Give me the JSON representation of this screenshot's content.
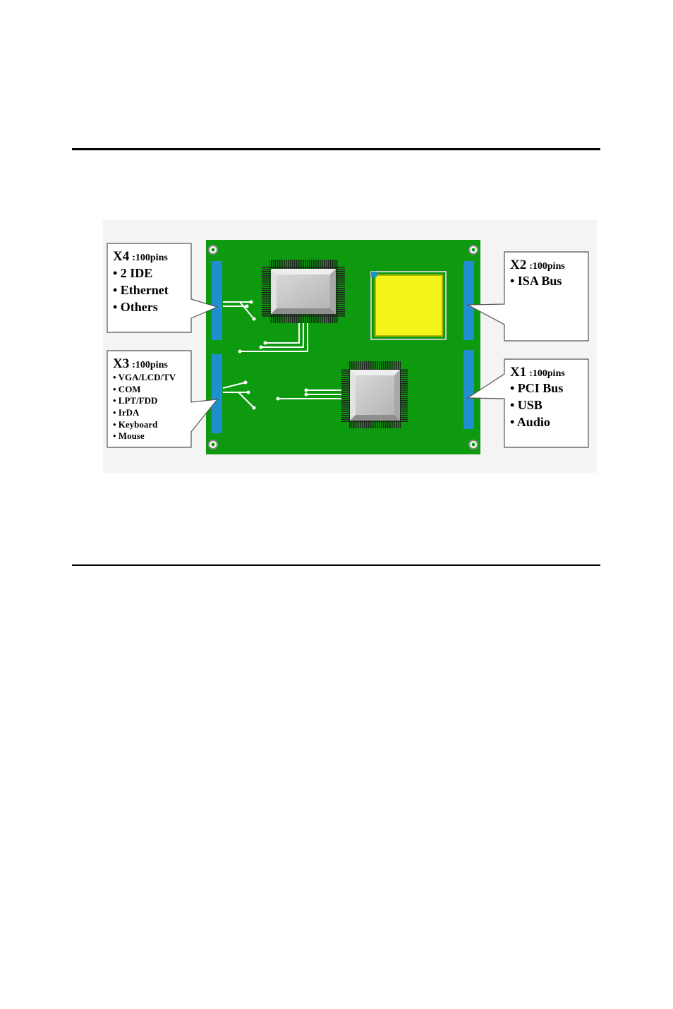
{
  "diagram": {
    "colors": {
      "board": "#0e9a0e",
      "connector": "#1f8fd0",
      "chip_body": "#c8c8c8",
      "chip_pins": "#2a2a2a",
      "yellow_chip": "#f4f41a",
      "label_box_border": "#555555"
    },
    "connectors": [
      {
        "id": "x4",
        "name": "X4",
        "pins": ":100pins",
        "items": [
          "• 2 IDE",
          "• Ethernet",
          "• Others"
        ]
      },
      {
        "id": "x3",
        "name": "X3",
        "pins": ":100pins",
        "items": [
          "• VGA/LCD/TV",
          "• COM",
          "• LPT/FDD",
          "• IrDA",
          "• Keyboard",
          "• Mouse"
        ]
      },
      {
        "id": "x2",
        "name": "X2",
        "pins": ":100pins",
        "items": [
          "• ISA Bus"
        ]
      },
      {
        "id": "x1",
        "name": "X1",
        "pins": ":100pins",
        "items": [
          "• PCI Bus",
          "• USB",
          "• Audio"
        ]
      }
    ]
  }
}
